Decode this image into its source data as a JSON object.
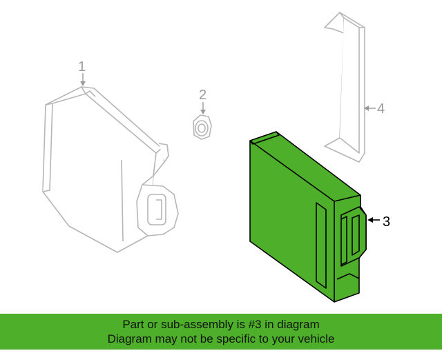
{
  "callouts": {
    "part1": "1",
    "part2": "2",
    "part3": "3",
    "part4": "4"
  },
  "banner": {
    "line1": "Part or sub-assembly is #3 in diagram",
    "line2": "Diagram may not be specific to your vehicle"
  },
  "colors": {
    "highlight_fill": "#4daf2a",
    "banner_bg": "#4daf2a",
    "ghost_stroke": "#b5b5b5",
    "ghost_label": "#9a9a9a",
    "active_stroke": "#000000"
  }
}
